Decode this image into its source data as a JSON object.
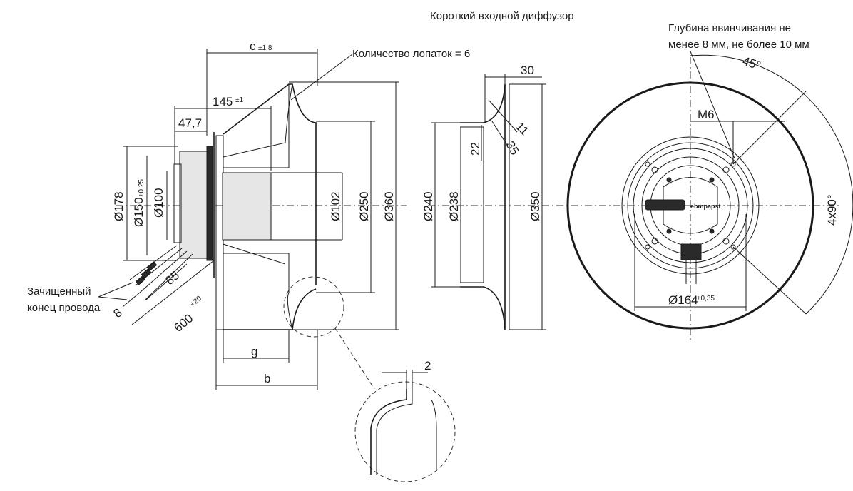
{
  "labels": {
    "inlet_diffuser": "Короткий входной диффузор",
    "blade_count": "Количество лопаток = 6",
    "screw_depth_line1": "Глубина ввинчивания не",
    "screw_depth_line2": "менее 8 мм, не более 10 мм",
    "stripped_wire_line1": "Зачищенный",
    "stripped_wire_line2": "конец провода"
  },
  "dimensions": {
    "c": "c",
    "c_tol": "±1,8",
    "d145": "145",
    "d145_tol": "±1",
    "d47_7": "47,7",
    "d178": "Ø178",
    "d150": "Ø150",
    "d150_tol": "±0,25",
    "d100": "Ø100",
    "d102": "Ø102",
    "d250": "Ø250",
    "d360": "Ø360",
    "d85": "85",
    "d8": "8",
    "d600": "600",
    "d600_tol": "+20",
    "g": "g",
    "b": "b",
    "d2": "2",
    "d30": "30",
    "d11": "11",
    "d22": "22",
    "d35": "35",
    "d240": "Ø240",
    "d238": "Ø238",
    "d350": "Ø350",
    "m6": "M6",
    "angle45": "45°",
    "holes": "4x90°",
    "d164": "Ø164",
    "d164_tol": "±0,35",
    "brand": "ebmpapst"
  }
}
